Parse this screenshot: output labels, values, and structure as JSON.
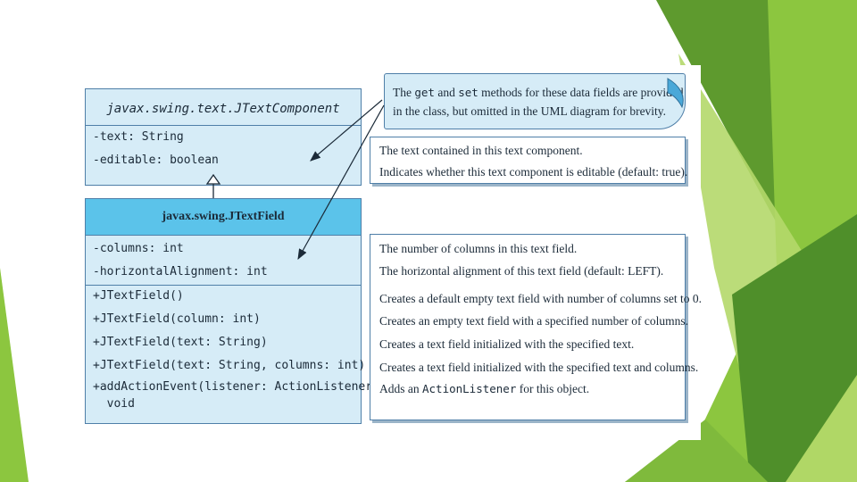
{
  "colors": {
    "class_fill": "#d6ecf7",
    "header_fill": "#5bc3ea",
    "border": "#4f7fa8",
    "slide_green_light": "#b4d86a",
    "slide_green_dark": "#5e9a2e"
  },
  "diagram": {
    "superclass": {
      "name": "javax.swing.text.JTextComponent",
      "fields": [
        "-text: String",
        "-editable: boolean"
      ],
      "notes": [
        "The text contained in this text component.",
        "Indicates whether this text component is editable (default: true)."
      ]
    },
    "subclass": {
      "name": "javax.swing.JTextField",
      "fields": [
        "-columns: int",
        "-horizontalAlignment: int"
      ],
      "methods": [
        "+JTextField()",
        "+JTextField(column: int)",
        "+JTextField(text: String)",
        "+JTextField(text: String, columns: int)",
        "+addActionEvent(listener: ActionListener):",
        "  void"
      ],
      "field_notes": [
        "The number of columns in this text field.",
        "The horizontal alignment of this text field (default: LEFT)."
      ],
      "method_notes": [
        "Creates a default empty text field with number of columns set to 0.",
        "Creates an empty text field with a specified number of columns.",
        "Creates a text field initialized with the specified text.",
        "Creates a text field initialized with the specified text and columns."
      ],
      "last_note": {
        "pre": "Adds an ",
        "code": "ActionListener",
        "post": " for this object."
      }
    },
    "callout": {
      "part1": "The ",
      "code1": "get",
      "part2": " and ",
      "code2": "set",
      "part3": " methods for these data fields are provided",
      "line2": "in the class, but omitted in the UML diagram for brevity."
    }
  }
}
